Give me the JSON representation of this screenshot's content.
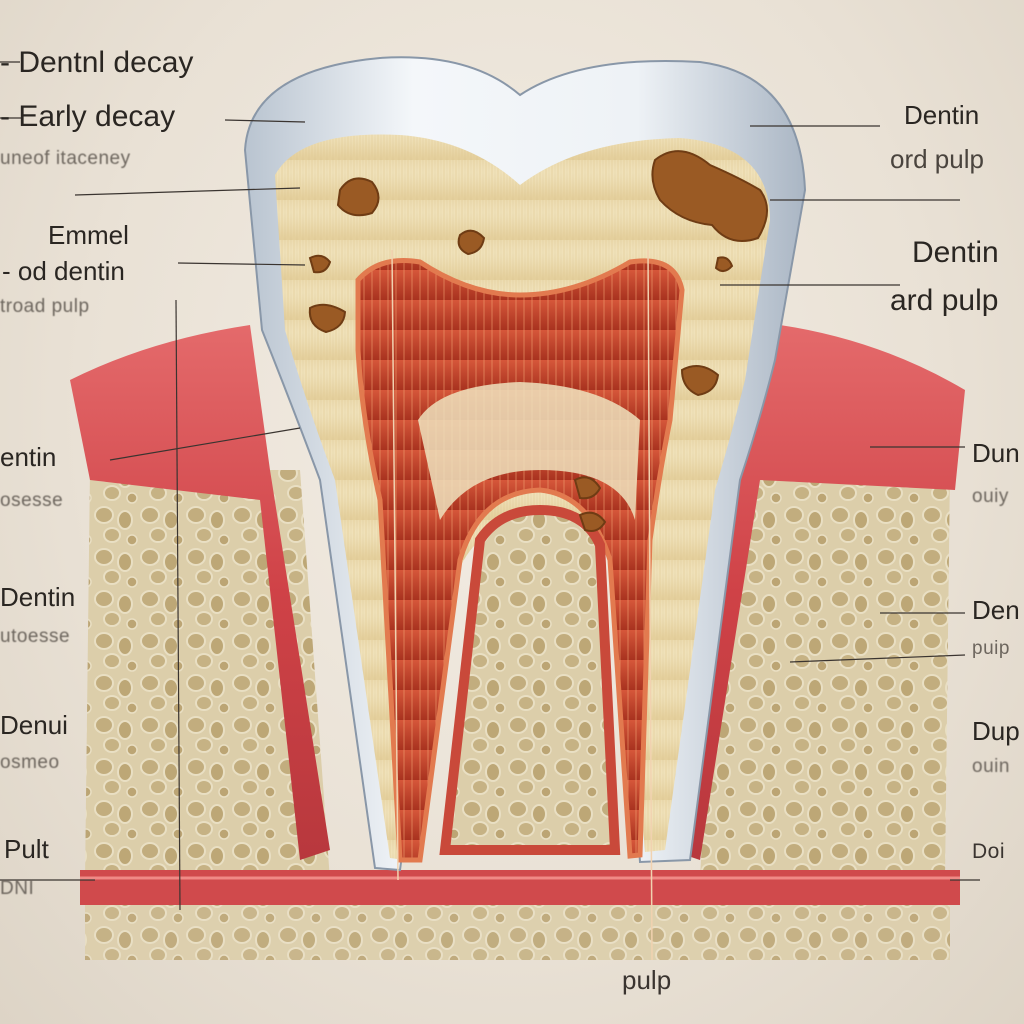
{
  "labels": {
    "left_1": "- Dentnl decay",
    "left_2": "- Early decay",
    "left_3": "uneof itaceney",
    "left_4": "Emmel",
    "left_5": "- od dentin",
    "left_6": "troad pulp",
    "left_7": "entin",
    "left_8": "osesse",
    "left_9": "Dentin",
    "left_10": "utoesse",
    "left_11": "Denui",
    "left_12": "osmeo",
    "left_13": "Pult",
    "left_14": "DNI",
    "right_1": "Dentin",
    "right_2": "ord pulp",
    "right_3": "Dentin",
    "right_4": "ard pulp",
    "right_5": "Dun",
    "right_6": "ouiy",
    "right_7": "Den",
    "right_8": "puip",
    "right_9": "Dup",
    "right_10": "ouin",
    "right_11": "Doi",
    "bottom": "pulp"
  },
  "colors": {
    "enamel": "#dfe6ee",
    "dentin": "#eedfb8",
    "pulp": "#c9442e",
    "gum": "#d94f52",
    "bone": "#d9c9a0",
    "decay": "#9a5a24"
  }
}
